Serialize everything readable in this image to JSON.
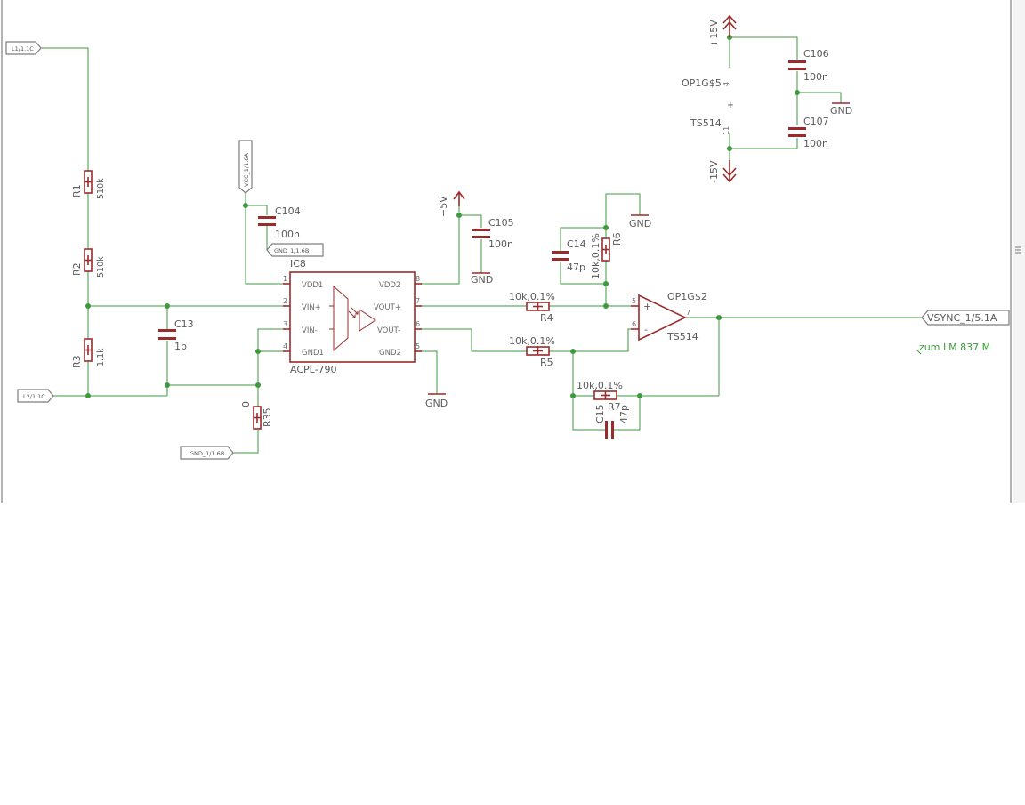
{
  "ports": {
    "l1": "L1/1.1C",
    "l2": "L2/1.1C",
    "vcc": "VCC_1/1.6A",
    "gnd_c104": "GND_1/1.6B",
    "gnd_r35": "GND_1/1.6B",
    "vsync": "VSYNC_1/5.1A"
  },
  "resistors": {
    "r1": {
      "name": "R1",
      "value": "510k"
    },
    "r2": {
      "name": "R2",
      "value": "510k"
    },
    "r3": {
      "name": "R3",
      "value": "1.1k"
    },
    "r35": {
      "name": "R35",
      "value": "0"
    },
    "r4": {
      "name": "R4",
      "value": "10k,0.1%"
    },
    "r5": {
      "name": "R5",
      "value": "10k,0.1%"
    },
    "r6": {
      "name": "R6",
      "value": "10k,0.1%"
    },
    "r7": {
      "name": "R7",
      "value": "10k,0.1%"
    }
  },
  "capacitors": {
    "c13": {
      "name": "C13",
      "value": "1p"
    },
    "c104": {
      "name": "C104",
      "value": "100n"
    },
    "c105": {
      "name": "C105",
      "value": "100n"
    },
    "c14": {
      "name": "C14",
      "value": "47p"
    },
    "c15": {
      "name": "C15",
      "value": "47p"
    },
    "c106": {
      "name": "C106",
      "value": "100n"
    },
    "c107": {
      "name": "C107",
      "value": "100n"
    }
  },
  "ic8": {
    "ref": "IC8",
    "part": "ACPL-790",
    "pins_left": [
      {
        "num": "1",
        "label": "VDD1"
      },
      {
        "num": "2",
        "label": "VIN+"
      },
      {
        "num": "3",
        "label": "VIN-"
      },
      {
        "num": "4",
        "label": "GND1"
      }
    ],
    "pins_right": [
      {
        "num": "8",
        "label": "VDD2"
      },
      {
        "num": "7",
        "label": "VOUT+"
      },
      {
        "num": "6",
        "label": "VOUT-"
      },
      {
        "num": "5",
        "label": "GND2"
      }
    ]
  },
  "opamp": {
    "ref": "OP1G$2",
    "part": "TS514",
    "pin_plus": "5",
    "pin_minus": "6",
    "pin_out": "7",
    "sign_plus": "+",
    "sign_minus": "-"
  },
  "power_unit": {
    "ref": "OP1G$5",
    "part": "TS514",
    "pin_top": "4",
    "pin_bottom": "11",
    "sign": "+"
  },
  "supplies": {
    "p15": "+15V",
    "m15": "-15V",
    "p5": "+5V",
    "gnd": "GND"
  },
  "note": "zum LM 837 M",
  "colors": {
    "wire": "#3f9a3f",
    "component": "#9a2b2b",
    "text": "#5a5a5a",
    "port_border": "#7d7d7d"
  }
}
